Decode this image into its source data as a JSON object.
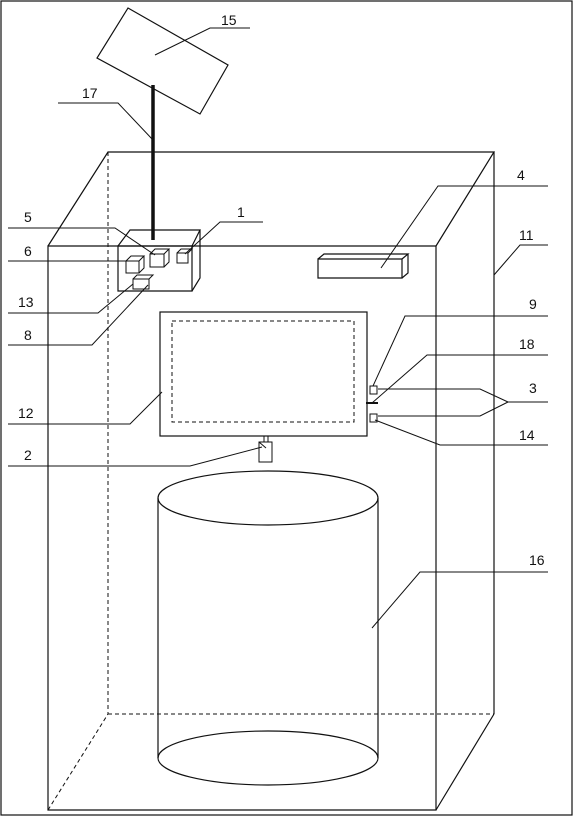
{
  "figure": {
    "labels": {
      "l1": "1",
      "l2": "2",
      "l3": "3",
      "l4": "4",
      "l5": "5",
      "l6": "6",
      "l8": "8",
      "l9": "9",
      "l11": "11",
      "l12": "12",
      "l13": "13",
      "l14": "14",
      "l15": "15",
      "l16": "16",
      "l17": "17",
      "l18": "18"
    }
  }
}
